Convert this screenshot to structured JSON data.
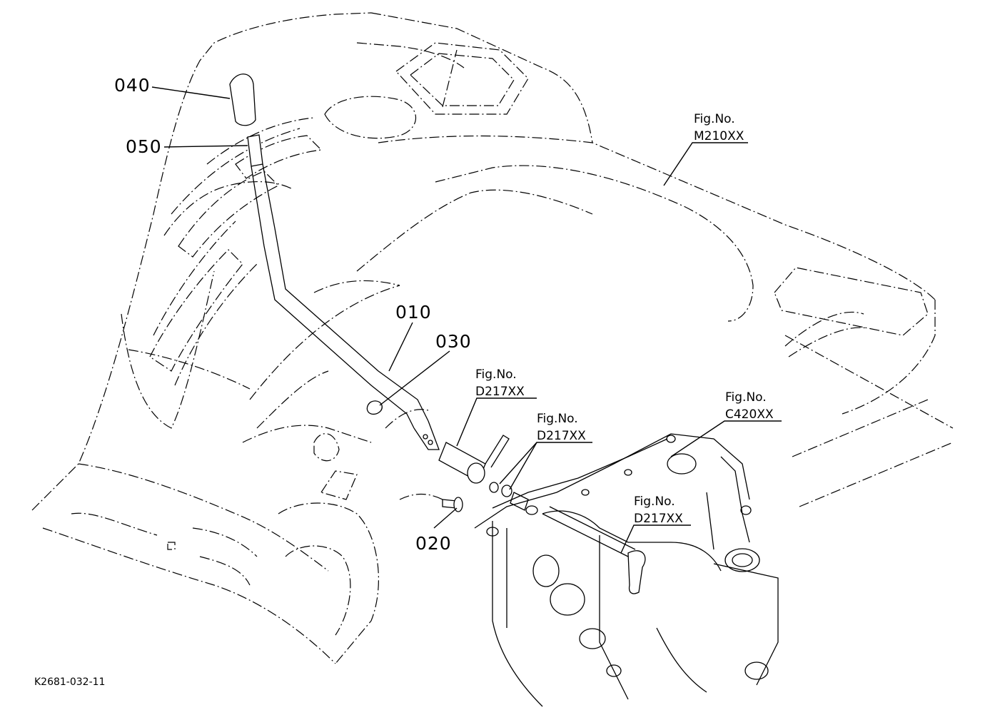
{
  "diagram": {
    "drawing_code": "K2681-032-11",
    "part_labels": [
      "040",
      "050",
      "010",
      "030",
      "020"
    ],
    "figure_refs": [
      {
        "caption": "Fig.No.",
        "code": "M210XX"
      },
      {
        "caption": "Fig.No.",
        "code": "D217XX"
      },
      {
        "caption": "Fig.No.",
        "code": "D217XX"
      },
      {
        "caption": "Fig.No.",
        "code": "C420XX"
      },
      {
        "caption": "Fig.No.",
        "code": "D217XX"
      }
    ]
  }
}
